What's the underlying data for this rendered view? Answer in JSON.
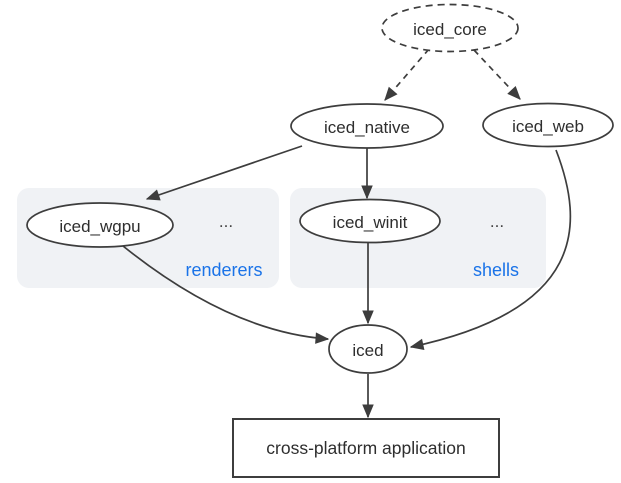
{
  "diagram": {
    "nodes": {
      "iced_core": {
        "label": "iced_core",
        "shape": "ellipse",
        "style": "dashed"
      },
      "iced_native": {
        "label": "iced_native",
        "shape": "ellipse",
        "style": "solid"
      },
      "iced_web": {
        "label": "iced_web",
        "shape": "ellipse",
        "style": "solid"
      },
      "iced_wgpu": {
        "label": "iced_wgpu",
        "shape": "ellipse",
        "style": "solid",
        "group": "renderers"
      },
      "iced_winit": {
        "label": "iced_winit",
        "shape": "ellipse",
        "style": "solid",
        "group": "shells"
      },
      "iced": {
        "label": "iced",
        "shape": "ellipse",
        "style": "solid"
      },
      "app": {
        "label": "cross-platform application",
        "shape": "rect",
        "style": "solid"
      }
    },
    "groups": {
      "renderers": {
        "label": "renderers",
        "ellipsis": "..."
      },
      "shells": {
        "label": "shells",
        "ellipsis": "..."
      }
    },
    "edges": [
      {
        "from": "iced_core",
        "to": "iced_native",
        "style": "dashed"
      },
      {
        "from": "iced_core",
        "to": "iced_web",
        "style": "dashed"
      },
      {
        "from": "iced_native",
        "to": "iced_wgpu",
        "style": "solid"
      },
      {
        "from": "iced_native",
        "to": "iced_winit",
        "style": "solid"
      },
      {
        "from": "iced_winit",
        "to": "iced",
        "style": "solid"
      },
      {
        "from": "iced_wgpu",
        "to": "iced",
        "style": "solid"
      },
      {
        "from": "iced_web",
        "to": "iced",
        "style": "solid"
      },
      {
        "from": "iced",
        "to": "app",
        "style": "solid"
      }
    ]
  },
  "colors": {
    "background": "#ffffff",
    "node_stroke": "#3d3d3d",
    "node_text": "#2e2e2e",
    "group_fill": "#f0f2f5",
    "group_label": "#1a73e8",
    "ellipsis": "#444444"
  }
}
